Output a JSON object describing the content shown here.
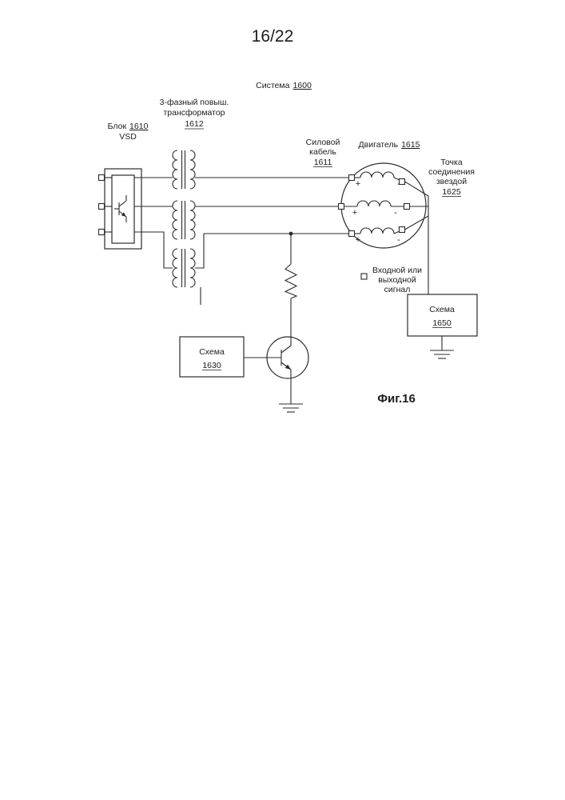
{
  "page": {
    "sheet_label": "16/22",
    "figure_label": "Фиг.16"
  },
  "labels": {
    "system": {
      "text": "Система",
      "num": "1600"
    },
    "transformer": {
      "line1": "3-фазный повыш.",
      "line2": "трансформатор",
      "num": "1612"
    },
    "vsd": {
      "text": "Блок",
      "num": "1610",
      "sub": "VSD"
    },
    "cable": {
      "line1": "Силовой",
      "line2": "кабель",
      "num": "1611"
    },
    "motor": {
      "text": "Двигатель",
      "num": "1615"
    },
    "star_point": {
      "line1": "Точка",
      "line2": "соединения",
      "line3": "звездой",
      "num": "1625"
    },
    "signal": {
      "line1": "Входной или",
      "line2": "выходной",
      "line3": "сигнал"
    },
    "circuit_1630": {
      "text": "Схема",
      "num": "1630"
    },
    "circuit_1650": {
      "text": "Схема",
      "num": "1650"
    }
  },
  "symbols": {
    "plus": "+",
    "minus": "-"
  },
  "colors": {
    "line": "#2b2b2b",
    "text": "#1c1c1c",
    "background": "#ffffff"
  }
}
